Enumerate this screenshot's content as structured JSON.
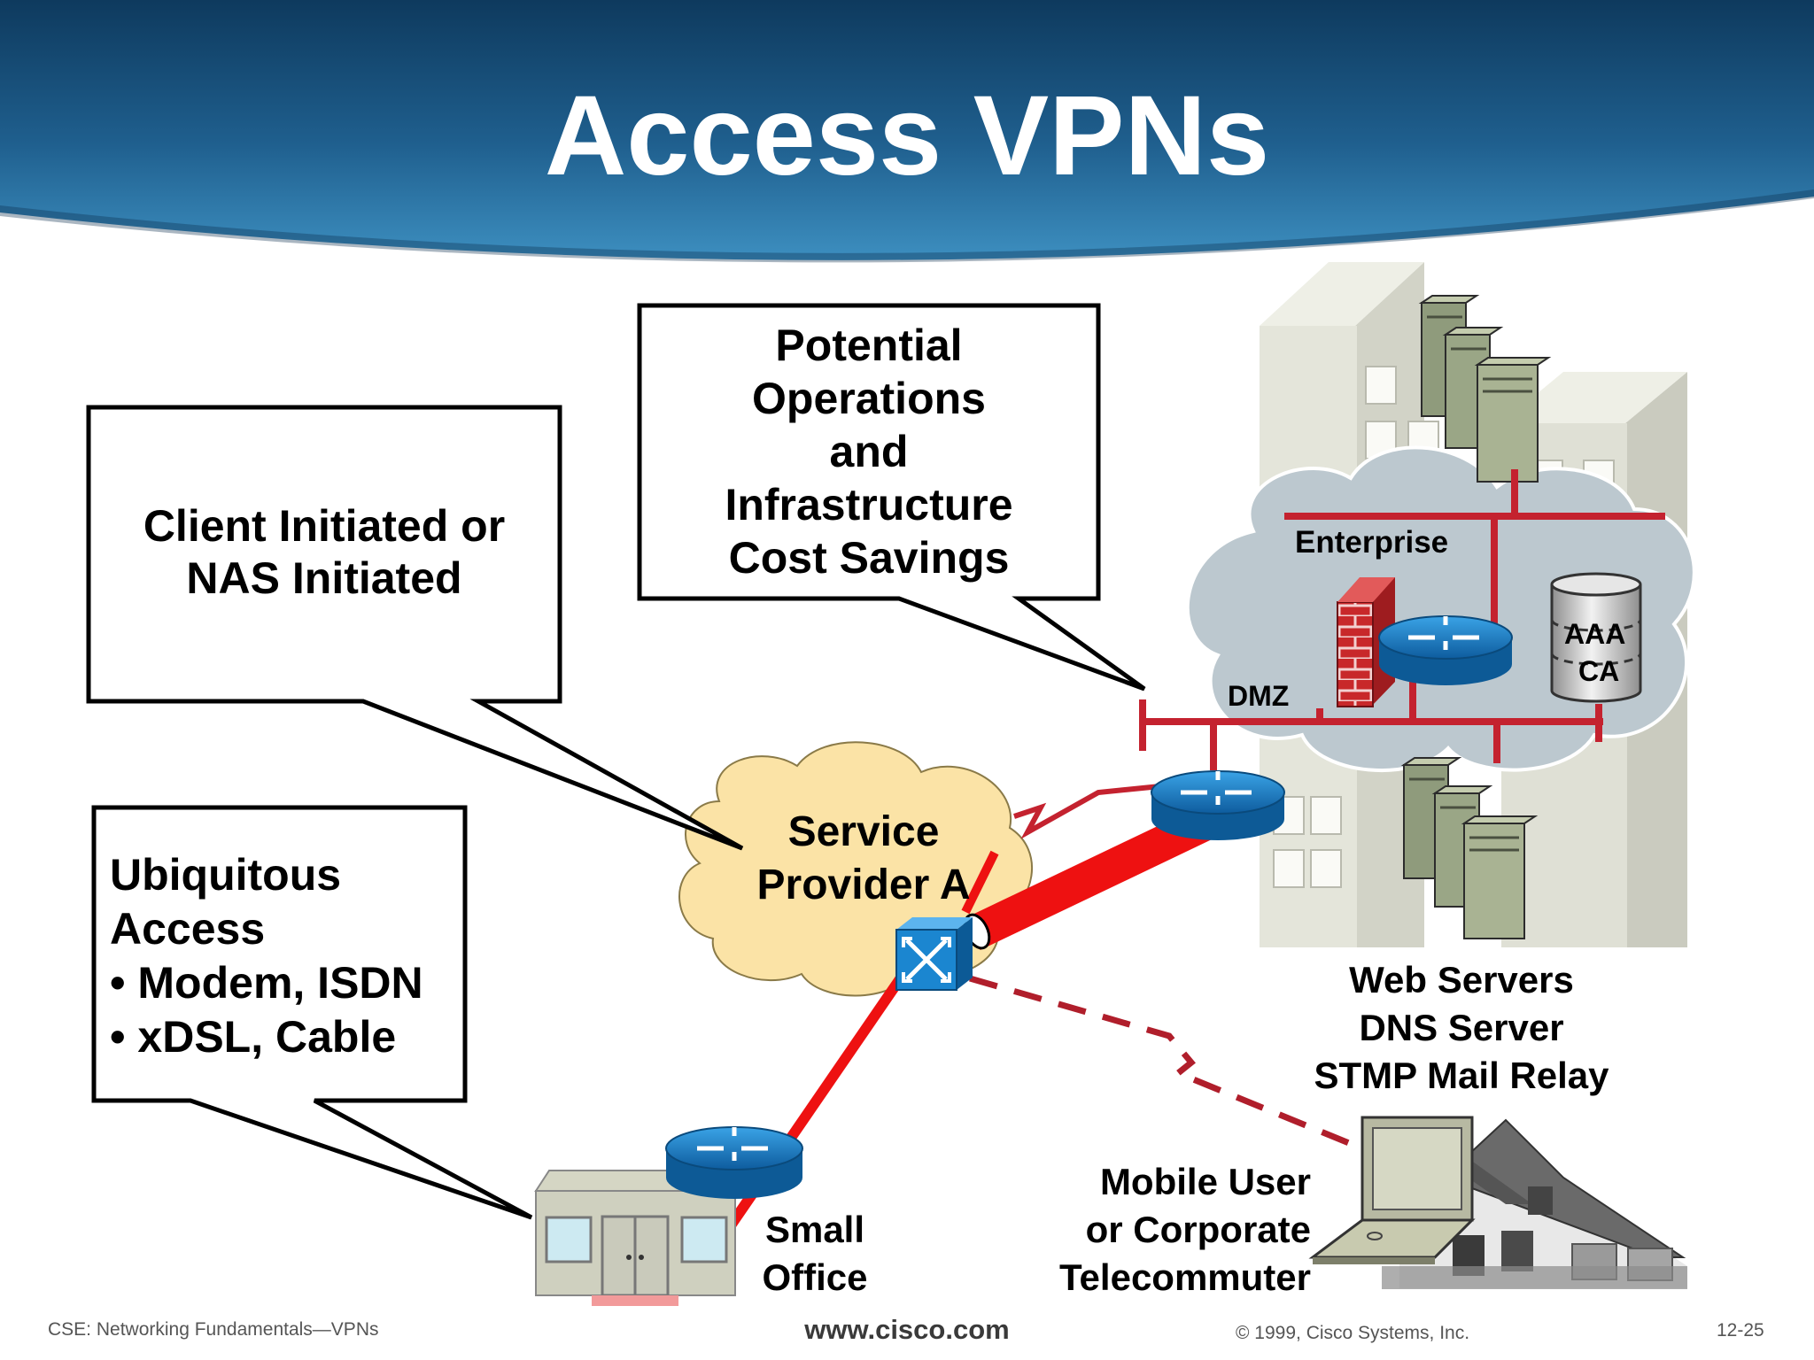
{
  "slide": {
    "title": "Access VPNs",
    "callouts": {
      "client": [
        "Client Initiated or",
        "NAS Initiated"
      ],
      "savings": [
        "Potential",
        "Operations",
        "and",
        "Infrastructure",
        "Cost Savings"
      ],
      "ubiquitous": [
        "Ubiquitous",
        "Access",
        "• Modem, ISDN",
        "• xDSL, Cable"
      ]
    },
    "network": {
      "service_provider": [
        "Service",
        "Provider A"
      ],
      "enterprise": "Enterprise",
      "dmz": "DMZ",
      "aaa": "AAA",
      "ca": "CA",
      "servers": [
        "Web Servers",
        "DNS Server",
        "STMP Mail Relay"
      ],
      "small_office": [
        "Small",
        "Office"
      ],
      "mobile_user": [
        "Mobile User",
        "or Corporate",
        "Telecommuter"
      ]
    },
    "footer": {
      "left": "CSE: Networking Fundamentals—VPNs",
      "center": "www.cisco.com",
      "right_copyright": "© 1999, Cisco Systems, Inc.",
      "page": "12-25"
    },
    "colors": {
      "header_blue": "#1f5a86",
      "tunnel_red": "#ee1111",
      "cloud_yellow": "#fbe3a6",
      "cloud_gray": "#bfc9d0",
      "router_blue": "#1b7fc4"
    }
  }
}
